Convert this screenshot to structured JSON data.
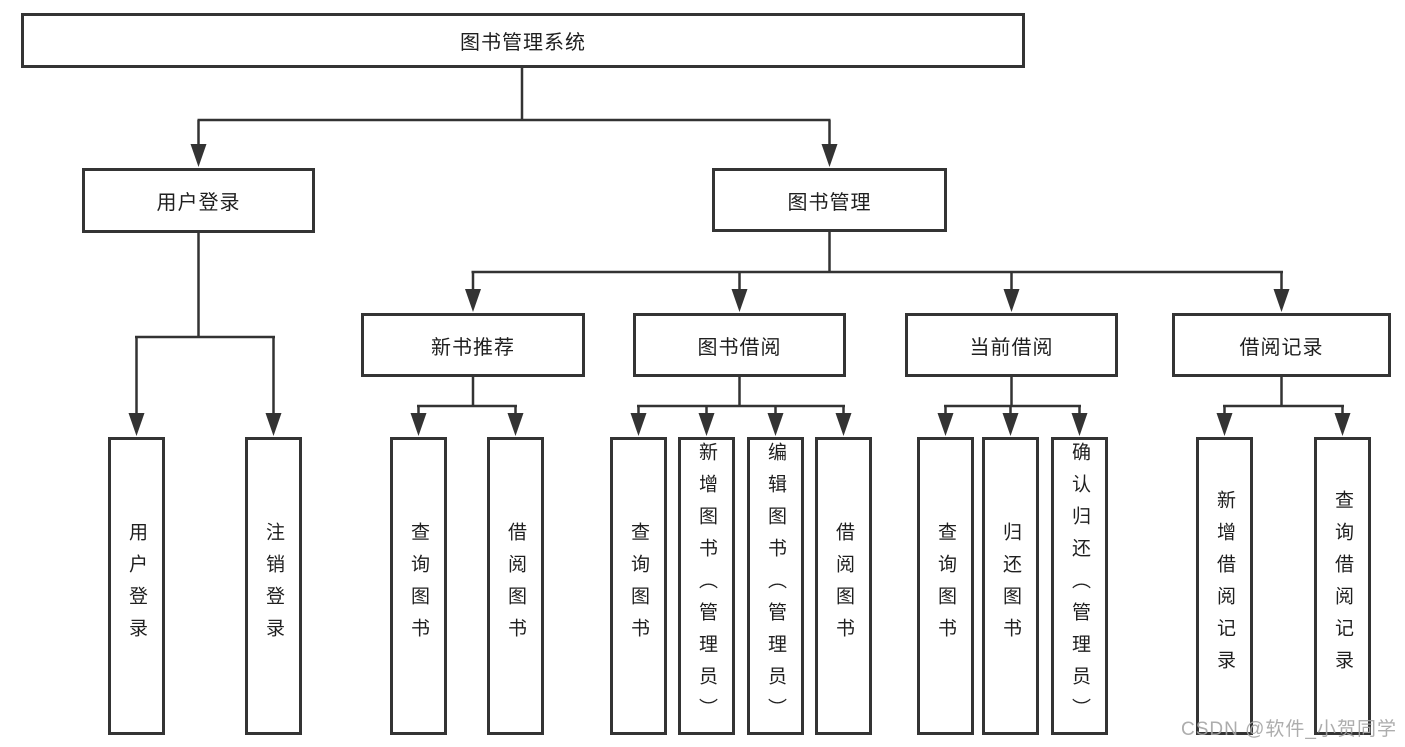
{
  "diagram_title": "图书管理系统",
  "hierarchy": {
    "label": "图书管理系统",
    "children": [
      {
        "label": "用户登录",
        "children": [
          {
            "label": "用户登录"
          },
          {
            "label": "注销登录"
          }
        ]
      },
      {
        "label": "图书管理",
        "children": [
          {
            "label": "新书推荐",
            "children": [
              {
                "label": "查询图书"
              },
              {
                "label": "借阅图书"
              }
            ]
          },
          {
            "label": "图书借阅",
            "children": [
              {
                "label": "查询图书"
              },
              {
                "label": "新增图书（管理员）"
              },
              {
                "label": "编辑图书（管理员）"
              },
              {
                "label": "借阅图书"
              }
            ]
          },
          {
            "label": "当前借阅",
            "children": [
              {
                "label": "查询图书"
              },
              {
                "label": "归还图书"
              },
              {
                "label": "确认归还（管理员）"
              }
            ]
          },
          {
            "label": "借阅记录",
            "children": [
              {
                "label": "新增借阅记录"
              },
              {
                "label": "查询借阅记录"
              }
            ]
          }
        ]
      }
    ]
  },
  "watermark": "CSDN @软件_小贺同学",
  "colors": {
    "line": "#333333",
    "box_border": "#343434",
    "text": "#1f1f1f",
    "watermark": "#a4a4a4",
    "background": "#ffffff"
  }
}
